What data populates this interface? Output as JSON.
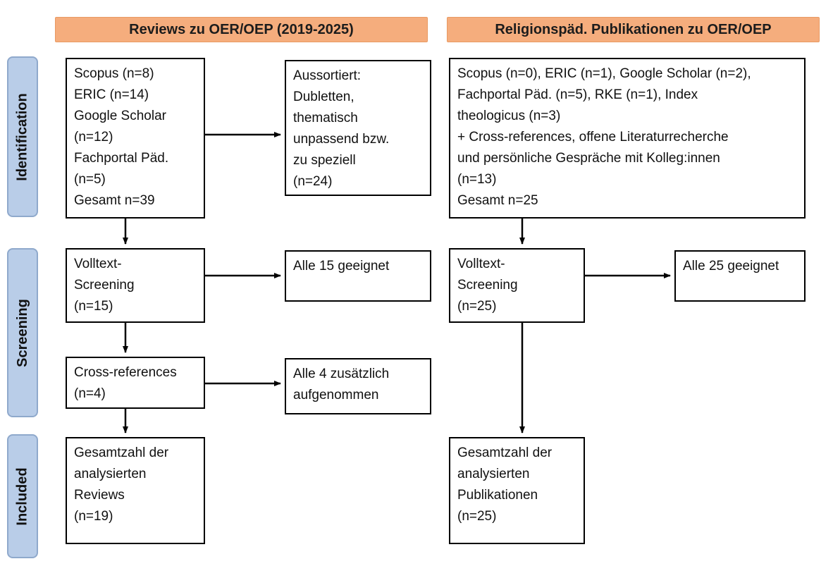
{
  "headers": {
    "left": "Reviews zu OER/OEP (2019-2025)",
    "right": "Religionspäd. Publikationen zu OER/OEP"
  },
  "stages": {
    "identification": "Identification",
    "screening": "Screening",
    "included": "Included"
  },
  "left_flow": {
    "sources": "Scopus (n=8)\nERIC (n=14)\nGoogle Scholar\n(n=12)\nFachportal Päd.\n(n=5)\nGesamt n=39",
    "excluded": "Aussortiert:\nDubletten,\nthematisch\nunpassend bzw.\nzu speziell\n(n=24)",
    "screening": "Volltext-\nScreening\n(n=15)",
    "screening_result": "Alle 15 geeignet",
    "cross_references": "Cross-references\n(n=4)",
    "cross_references_result": "Alle 4 zusätzlich\naufgenommen",
    "included": "Gesamtzahl der\nanalysierten\nReviews\n(n=19)"
  },
  "right_flow": {
    "sources": "Scopus (n=0), ERIC (n=1), Google Scholar (n=2),\nFachportal Päd. (n=5), RKE (n=1), Index\ntheologicus (n=3)\n+ Cross-references, offene Literaturrecherche\nund persönliche Gespräche mit Kolleg:innen\n(n=13)\nGesamt n=25",
    "screening": "Volltext-\nScreening\n(n=25)",
    "screening_result": "Alle 25 geeignet",
    "included": "Gesamtzahl der\nanalysierten\nPublikationen\n(n=25)"
  },
  "colors": {
    "header_fill": "#f5ad7d",
    "stage_fill": "#b9cde8",
    "stage_border": "#8fa9cc",
    "box_border": "#000000",
    "arrow": "#000000"
  }
}
